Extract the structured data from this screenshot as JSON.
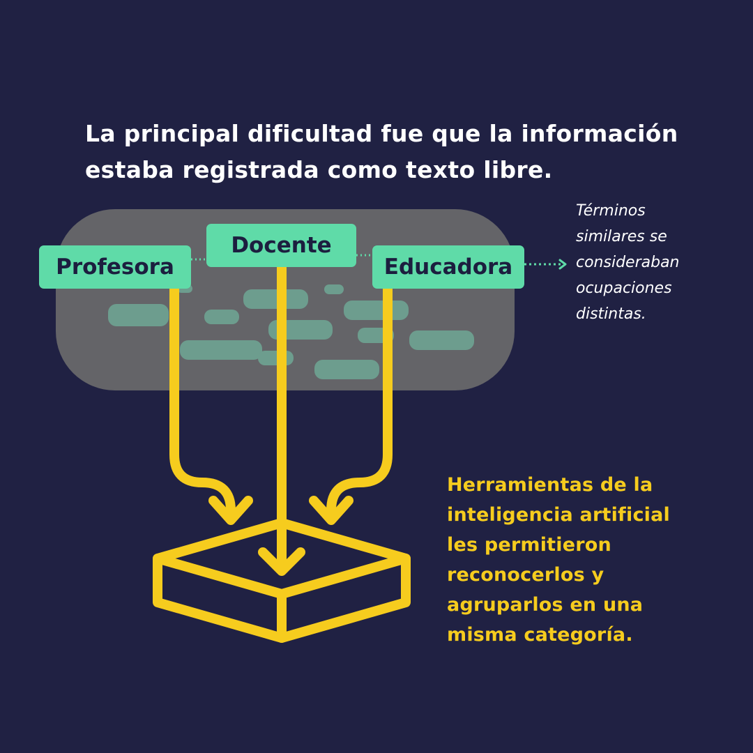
{
  "title": {
    "line1": "La principal dificultad fue que la información",
    "line2": "estaba registrada como texto libre."
  },
  "tags": {
    "profesora": "Profesora",
    "docente": "Docente",
    "educadora": "Educadora"
  },
  "side_note": {
    "lines": [
      "Términos",
      "similares se",
      "consideraban",
      "ocupaciones",
      "distintas."
    ]
  },
  "bottom_note": {
    "lines": [
      "Herramientas de la",
      "inteligencia artificial",
      "les permitieron",
      "reconocerlos y",
      "agruparlos en una",
      "misma categoría."
    ]
  },
  "colors": {
    "background": "#202143",
    "tag": "#5fdba8",
    "cloud": "#646468",
    "arrow": "#f6cc1e",
    "note_accent": "#f6cc1e"
  },
  "icons": {
    "box": "open-box-icon",
    "arrows": "down-arrow-icon"
  }
}
